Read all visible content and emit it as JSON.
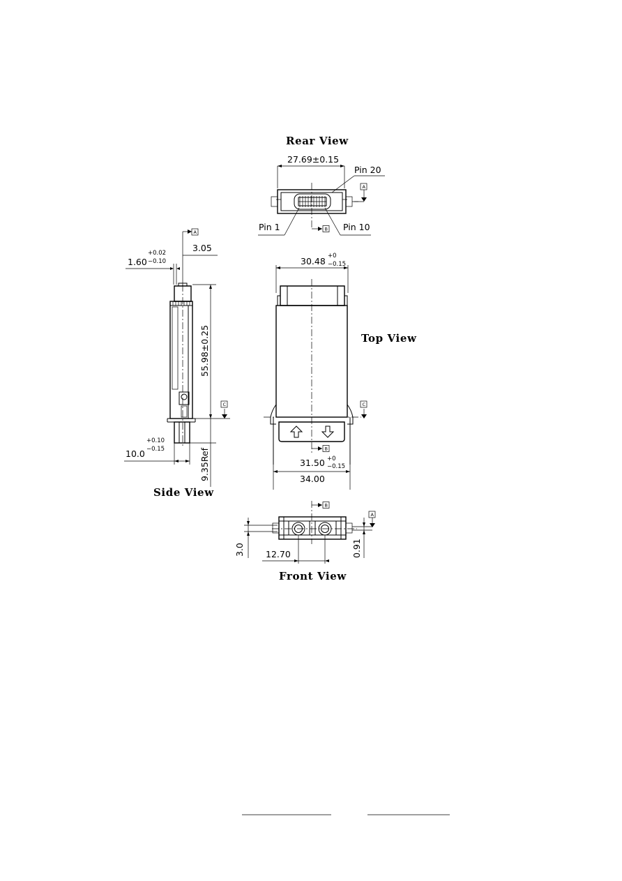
{
  "views": {
    "rear": "Rear View",
    "top": "Top View",
    "side": "Side View",
    "front": "Front View"
  },
  "dimensions": {
    "rear_width": "27.69±0.15",
    "top_width": "30.48",
    "top_width_tol_plus": "+0",
    "top_width_tol_minus": "−0.15",
    "body_width": "31.50",
    "body_width_tol_plus": "+0",
    "body_width_tol_minus": "−0.15",
    "overall_width": "34.00",
    "side_3_05": "3.05",
    "side_1_60": "1.60",
    "side_1_60_tol_plus": "+0.02",
    "side_1_60_tol_minus": "−0.10",
    "side_length": "55.98±0.25",
    "side_10_0": "10.0",
    "side_10_0_tol_plus": "+0.10",
    "side_10_0_tol_minus": "−0.15",
    "side_ref": "9.35Ref",
    "front_pitch": "12.70",
    "front_3_0": "3.0",
    "front_0_91": "0.91"
  },
  "pins": {
    "pin1": "Pin 1",
    "pin10": "Pin 10",
    "pin20": "Pin 20"
  },
  "datums": {
    "a": "A",
    "b": "B",
    "c": "C"
  }
}
